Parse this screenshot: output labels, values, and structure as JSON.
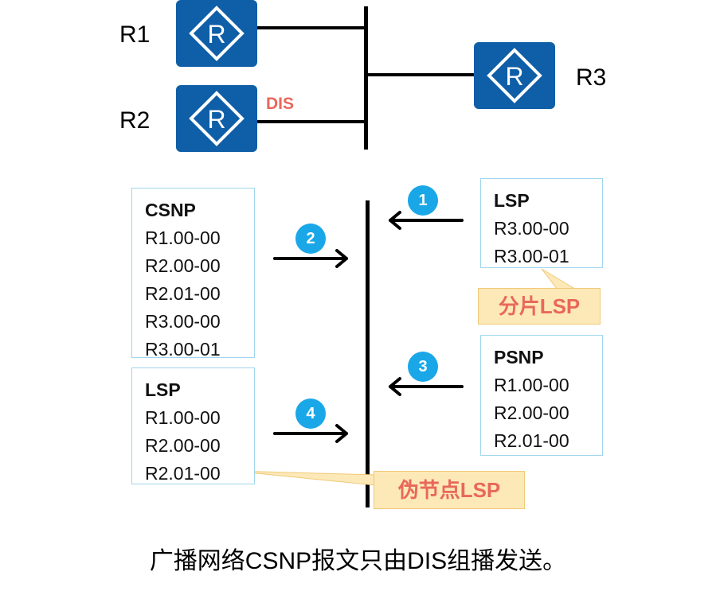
{
  "routers": [
    {
      "id": "r1",
      "label": "R1"
    },
    {
      "id": "r2",
      "label": "R2"
    },
    {
      "id": "r3",
      "label": "R3"
    }
  ],
  "router_icon_letter": "R",
  "dis_label": "DIS",
  "csnp_box": {
    "title": "CSNP",
    "entries": [
      "R1.00-00",
      "R2.00-00",
      "R2.01-00",
      "R3.00-00",
      "R3.00-01"
    ]
  },
  "lsp_left_box": {
    "title": "LSP",
    "entries": [
      "R1.00-00",
      "R2.00-00",
      "R2.01-00"
    ]
  },
  "lsp_right_box": {
    "title": "LSP",
    "entries": [
      "R3.00-00",
      "R3.00-01"
    ]
  },
  "psnp_box": {
    "title": "PSNP",
    "entries": [
      "R1.00-00",
      "R2.00-00",
      "R2.01-00"
    ]
  },
  "steps": [
    "1",
    "2",
    "3",
    "4"
  ],
  "callouts": {
    "fragment_lsp": "分片LSP",
    "pseudonode_lsp": "伪节点LSP"
  },
  "caption": "广播网络CSNP报文只由DIS组播发送。",
  "colors": {
    "router": "#0f5ea8",
    "badge": "#1aa7e8",
    "box_border": "#9fd6ee",
    "callout_fill": "#fde9b8",
    "accent_text": "#e8685a"
  }
}
